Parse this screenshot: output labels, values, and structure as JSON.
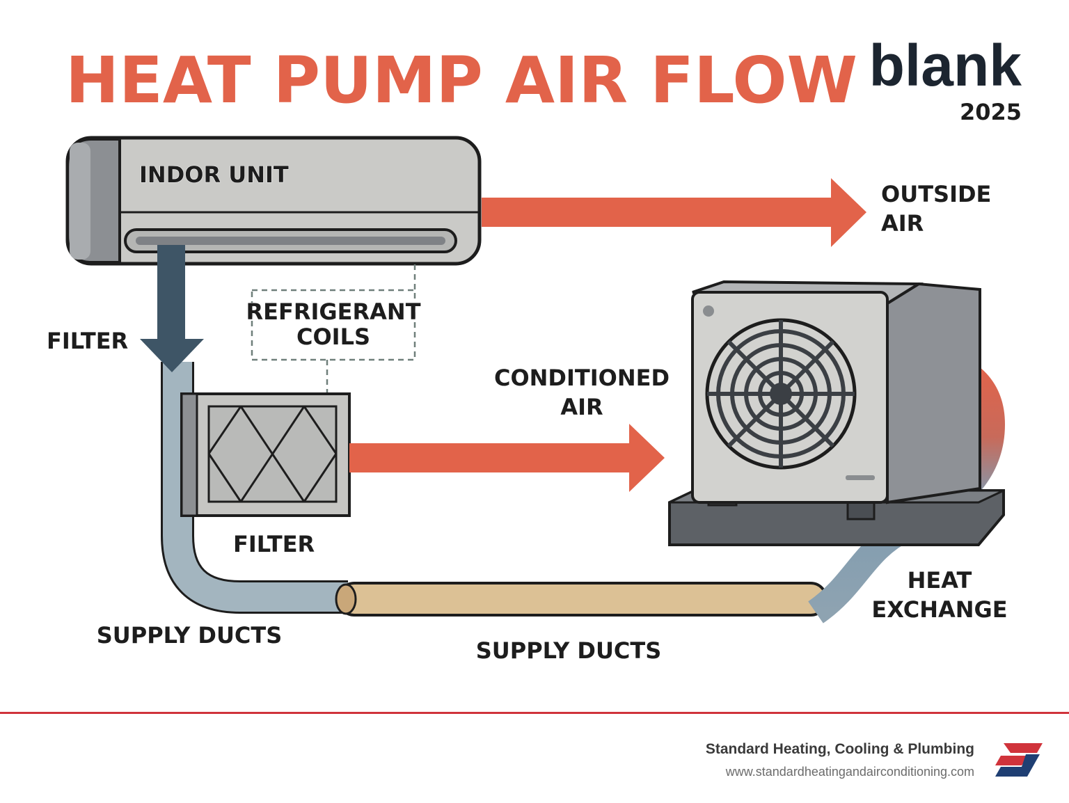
{
  "title": "HEAT PUMP AIR FLOW",
  "brand": {
    "name": "blank",
    "year": "2025"
  },
  "labels": {
    "indoor_unit": "INDOR UNIT",
    "outside_air": [
      "OUTSIDE",
      "AIR"
    ],
    "refrigerant_coils": [
      "REFRIGERANT",
      "COILS"
    ],
    "filter_left": "FILTER",
    "filter_below": "FILTER",
    "conditioned_air": [
      "CONDITIONED",
      "AIR"
    ],
    "heat_exchange": [
      "HEAT",
      "EXCHANGE"
    ],
    "supply_ducts_left": "SUPPLY DUCTS",
    "supply_ducts_bottom": "SUPPLY DUCTS"
  },
  "footer": {
    "company": "Standard Heating, Cooling & Plumbing",
    "url": "www.standardheatingandairconditioning.com"
  },
  "colors": {
    "accent": "#e2634a",
    "dark_blue": "#3e5566",
    "duct_blue": "#9fb2bc",
    "duct_tan": "#dcc195",
    "unit_gray": "#c9c9c6",
    "footer_red": "#d0333b",
    "footer_navy": "#1f3f73"
  }
}
